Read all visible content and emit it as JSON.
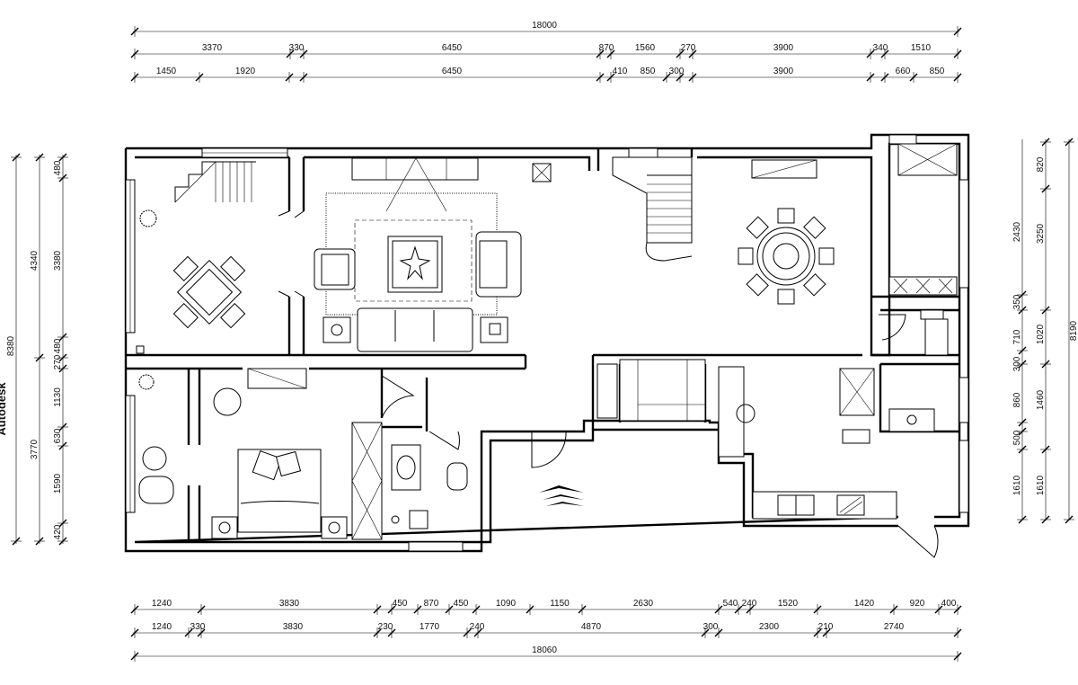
{
  "drawing": {
    "watermark": "Autodesk",
    "top_dimensions": {
      "overall": "18000",
      "row1": [
        "3370",
        "330",
        "6450",
        "870",
        "1560",
        "270",
        "3900",
        "340",
        "1510"
      ],
      "row2": [
        "1450",
        "1920",
        "6450",
        "410",
        "850",
        "300",
        "3900",
        "660",
        "850"
      ]
    },
    "bottom_dimensions": {
      "row1": [
        "1240",
        "3830",
        "450",
        "870",
        "450",
        "1090",
        "1150",
        "2630",
        "540",
        "240",
        "1520",
        "1420",
        "920",
        "400"
      ],
      "row2": [
        "1240",
        "330",
        "3830",
        "230",
        "1770",
        "240",
        "4870",
        "300",
        "2300",
        "210",
        "2740"
      ],
      "overall": "18060"
    },
    "left_dimensions": {
      "overall": "8380",
      "major": [
        "4340",
        "3770"
      ],
      "minor": [
        "480",
        "3380",
        "480",
        "270",
        "1130",
        "630",
        "1590",
        "420"
      ]
    },
    "right_dimensions": {
      "overall": "8190",
      "major": [
        "820",
        "3250",
        "1020",
        "1460",
        "1610"
      ],
      "minor": [
        "2430",
        "350",
        "710",
        "300",
        "860",
        "500",
        "1610"
      ]
    }
  }
}
